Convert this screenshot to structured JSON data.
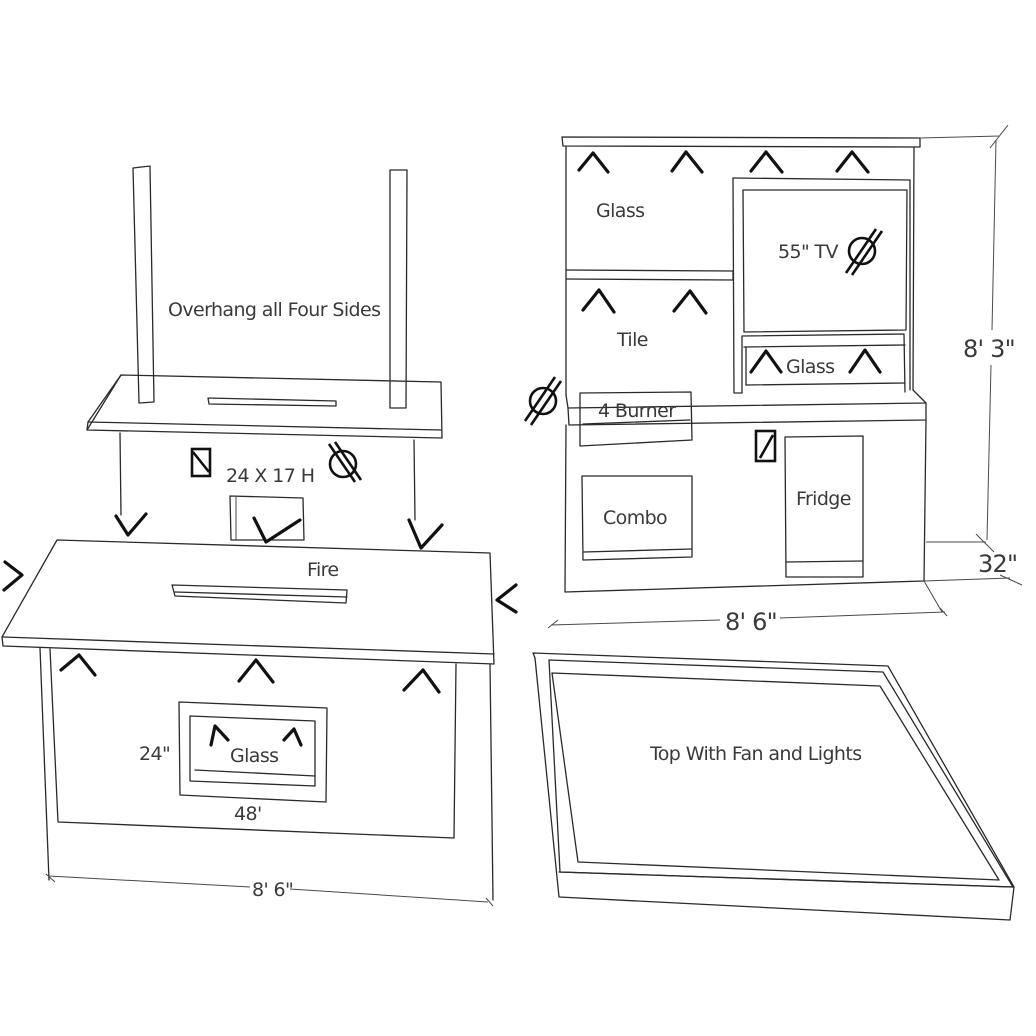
{
  "title": "Outdoor kitchen sketch with pergola, fire table and bar wall",
  "island_view": {
    "overhang_label": "Overhang all Four Sides",
    "opening_label": "24 X 17 H",
    "fire_label": "Fire",
    "glass_label": "Glass",
    "height_dim": "24\"",
    "width_dim": "48'",
    "overall_width": "8' 6\""
  },
  "wall_view": {
    "upper_glass_label": "Glass",
    "tv_label": "55\" TV",
    "tile_label": "Tile",
    "lower_glass_label": "Glass",
    "burner_label": "4 Burner",
    "combo_label": "Combo",
    "fridge_label": "Fridge",
    "height_dim": "8' 3\"",
    "counter_dim": "32\"",
    "width_dim": "8' 6\""
  },
  "roof_view": {
    "label": "Top With Fan and Lights"
  },
  "symbols": {
    "light_fixture": "caret-light-icon",
    "outlet": "duplex-outlet-icon",
    "switch": "switch-icon"
  }
}
